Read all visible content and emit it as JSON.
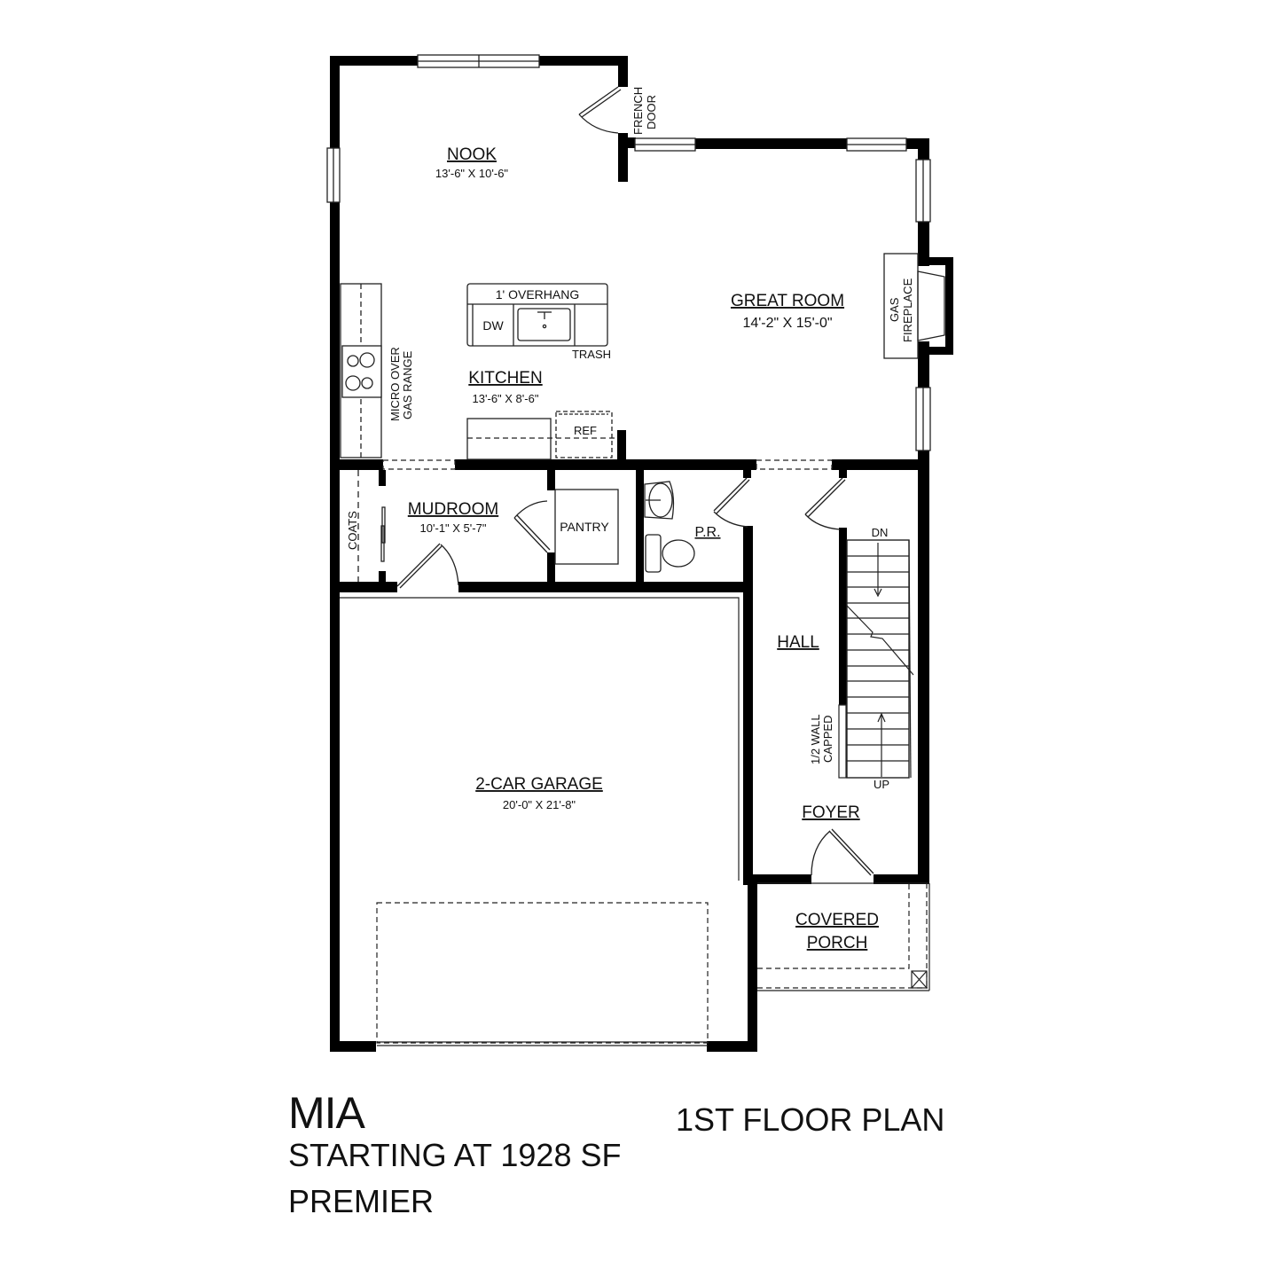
{
  "plan": {
    "name": "MIA",
    "square_footage": "STARTING AT 1928 SF",
    "series": "PREMIER",
    "floor": "1ST FLOOR PLAN"
  },
  "rooms": {
    "nook": {
      "name": "NOOK",
      "dims": "13'-6\" X 10'-6\""
    },
    "great_room": {
      "name": "GREAT ROOM",
      "dims": "14'-2\" X 15'-0\""
    },
    "kitchen": {
      "name": "KITCHEN",
      "dims": "13'-6\" X 8'-6\""
    },
    "mudroom": {
      "name": "MUDROOM",
      "dims": "10'-1\" X 5'-7\""
    },
    "pantry": {
      "name": "PANTRY"
    },
    "powder_room": {
      "name": "P.R."
    },
    "hall": {
      "name": "HALL"
    },
    "foyer": {
      "name": "FOYER"
    },
    "garage": {
      "name": "2-CAR GARAGE",
      "dims": "20'-0\" X 21'-8\""
    },
    "porch": {
      "name_line1": "COVERED",
      "name_line2": "PORCH"
    }
  },
  "annotations": {
    "french_door_1": "FRENCH",
    "french_door_2": "DOOR",
    "fireplace_1": "GAS",
    "fireplace_2": "FIREPLACE",
    "overhang": "1' OVERHANG",
    "dw": "DW",
    "trash": "TRASH",
    "range_1": "MICRO OVER",
    "range_2": "GAS RANGE",
    "ref": "REF",
    "coats": "COATS",
    "stairs_dn": "DN",
    "stairs_up": "UP",
    "half_wall_1": "1/2 WALL",
    "half_wall_2": "CAPPED"
  },
  "colors": {
    "wall": "#000000",
    "background": "#ffffff",
    "line": "#222222"
  }
}
